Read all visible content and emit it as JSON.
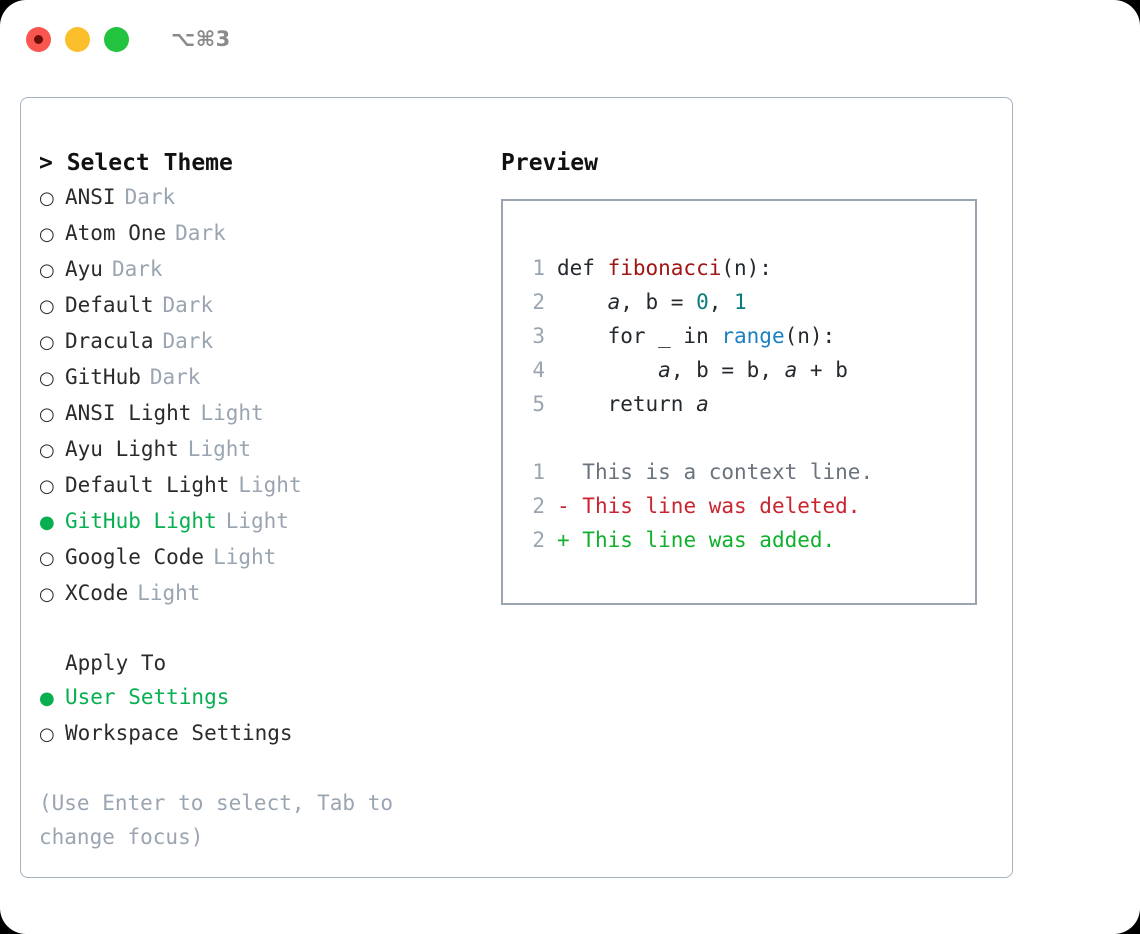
{
  "titlebar": {
    "shortcut": "⌥⌘3",
    "buttons": {
      "close": "close-button",
      "minimize": "minimize-button",
      "maximize": "maximize-button"
    }
  },
  "left": {
    "heading": "> Select Theme",
    "themes": [
      {
        "bullet": "○",
        "name": "ANSI",
        "mode": "Dark",
        "selected": false
      },
      {
        "bullet": "○",
        "name": "Atom One",
        "mode": "Dark",
        "selected": false
      },
      {
        "bullet": "○",
        "name": "Ayu",
        "mode": "Dark",
        "selected": false
      },
      {
        "bullet": "○",
        "name": "Default",
        "mode": "Dark",
        "selected": false
      },
      {
        "bullet": "○",
        "name": "Dracula",
        "mode": "Dark",
        "selected": false
      },
      {
        "bullet": "○",
        "name": "GitHub",
        "mode": "Dark",
        "selected": false
      },
      {
        "bullet": "○",
        "name": "ANSI Light",
        "mode": "Light",
        "selected": false
      },
      {
        "bullet": "○",
        "name": "Ayu Light",
        "mode": "Light",
        "selected": false
      },
      {
        "bullet": "○",
        "name": "Default Light",
        "mode": "Light",
        "selected": false
      },
      {
        "bullet": "●",
        "name": "GitHub Light",
        "mode": "Light",
        "selected": true
      },
      {
        "bullet": "○",
        "name": "Google Code",
        "mode": "Light",
        "selected": false
      },
      {
        "bullet": "○",
        "name": "XCode",
        "mode": "Light",
        "selected": false
      }
    ],
    "apply_to": {
      "heading": "Apply To",
      "options": [
        {
          "bullet": "●",
          "label": "User Settings",
          "selected": true
        },
        {
          "bullet": "○",
          "label": "Workspace Settings",
          "selected": false
        }
      ]
    },
    "hint": "(Use Enter to select, Tab to change focus)"
  },
  "right": {
    "heading": "Preview",
    "code_lines": [
      {
        "num": "1",
        "tokens": [
          {
            "t": "def ",
            "c": "kw"
          },
          {
            "t": "fibonacci",
            "c": "fn"
          },
          {
            "t": "(n):",
            "c": "plain"
          }
        ]
      },
      {
        "num": "2",
        "tokens": [
          {
            "t": "    ",
            "c": "plain"
          },
          {
            "t": "a",
            "c": "var"
          },
          {
            "t": ", b = ",
            "c": "plain"
          },
          {
            "t": "0",
            "c": "num"
          },
          {
            "t": ", ",
            "c": "plain"
          },
          {
            "t": "1",
            "c": "num"
          }
        ]
      },
      {
        "num": "3",
        "tokens": [
          {
            "t": "    for _ in ",
            "c": "plain"
          },
          {
            "t": "range",
            "c": "bi"
          },
          {
            "t": "(n):",
            "c": "plain"
          }
        ]
      },
      {
        "num": "4",
        "tokens": [
          {
            "t": "        ",
            "c": "plain"
          },
          {
            "t": "a",
            "c": "var"
          },
          {
            "t": ", b = b, ",
            "c": "plain"
          },
          {
            "t": "a",
            "c": "var"
          },
          {
            "t": " + b",
            "c": "plain"
          }
        ]
      },
      {
        "num": "5",
        "tokens": [
          {
            "t": "    return ",
            "c": "plain"
          },
          {
            "t": "a",
            "c": "var"
          }
        ]
      }
    ],
    "diff_lines": [
      {
        "num": "1",
        "marker": "  ",
        "text": "This is a context line.",
        "kind": "ctx"
      },
      {
        "num": "2",
        "marker": "- ",
        "text": "This line was deleted.",
        "kind": "del"
      },
      {
        "num": "2",
        "marker": "+ ",
        "text": "This line was added.",
        "kind": "add"
      }
    ]
  },
  "colors": {
    "accent_green": "#06b050",
    "muted": "#9aa5b1",
    "text": "#2b2b2b",
    "diff_add": "#11b02e",
    "diff_del": "#cb2431",
    "syntax_function": "#a31515",
    "syntax_number": "#0b7c7c",
    "syntax_builtin": "#1b7fc4",
    "border": "#a6b1c0"
  }
}
